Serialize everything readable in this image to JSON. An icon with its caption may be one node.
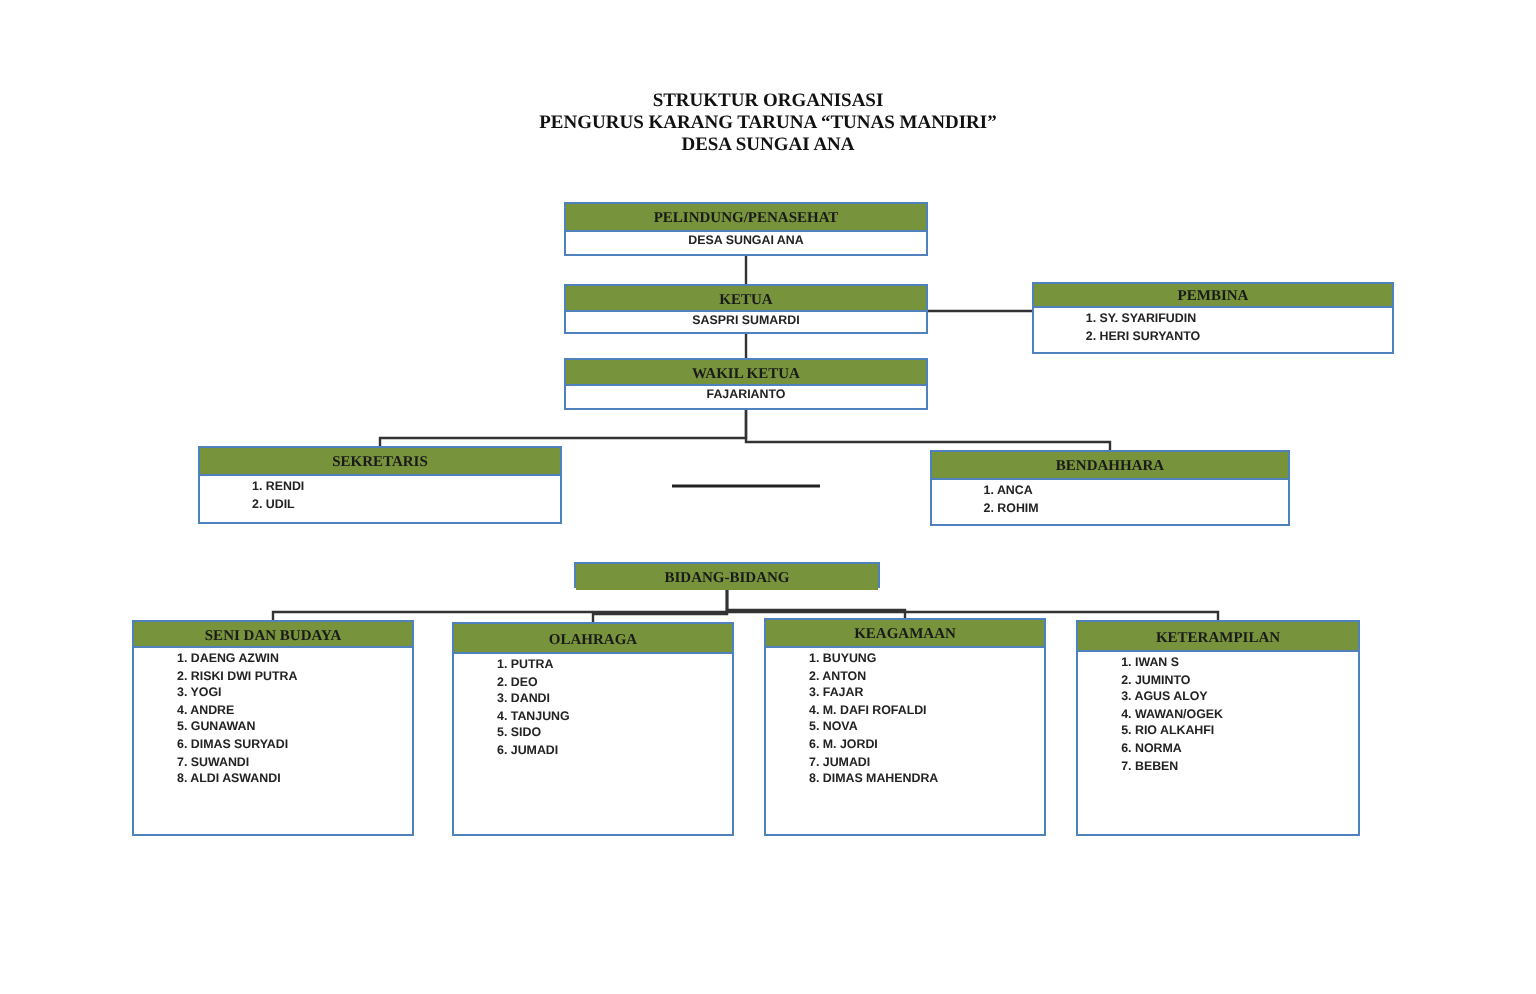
{
  "diagram": {
    "title": "STRUKTUR ORGANISASI",
    "labels": [
      "PENGURUS KARANG TARUNA “TUNAS MANDIRI”",
      "DESA SUNGAI ANA"
    ],
    "nodes": [
      {
        "text": [
          "PELINDUNG/PENASEHAT",
          "DESA SUNGAI ANA"
        ]
      },
      {
        "text": [
          "KETUA",
          "SASPRI SUMARDI"
        ]
      },
      {
        "text": [
          "PEMBINA",
          "1. SY. SYARIFUDIN",
          "2. HERI SURYANTO"
        ]
      },
      {
        "text": [
          "WAKIL KETUA",
          "FAJARIANTO"
        ]
      },
      {
        "text": [
          "SEKRETARIS",
          "1. RENDI",
          "2. UDIL"
        ]
      },
      {
        "text": [
          "BENDAHHARA",
          "1. ANCA",
          "2. ROHIM"
        ]
      },
      {
        "text": [
          "BIDANG-BIDANG"
        ]
      },
      {
        "text": [
          "SENI DAN BUDAYA",
          "1. DAENG AZWIN",
          "2. RISKI DWI PUTRA",
          "3. YOGI",
          "4. ANDRE",
          "5. GUNAWAN",
          "6. DIMAS SURYADI",
          "7. SUWANDI",
          "8. ALDI ASWANDI"
        ]
      },
      {
        "text": [
          "OLAHRAGA",
          "1. PUTRA",
          "2. DEO",
          "3. DANDI",
          "4. TANJUNG",
          "5. SIDO",
          "6. JUMADI"
        ]
      },
      {
        "text": [
          "KEAGAMAAN",
          "1. BUYUNG",
          "2. ANTON",
          "3. FAJAR",
          "4. M. DAFI ROFALDI",
          "5. NOVA",
          "6. M. JORDI",
          "7. JUMADI",
          "8. DIMAS MAHENDRA"
        ]
      },
      {
        "text": [
          "KETERAMPILAN",
          "1. IWAN S",
          "2. JUMINTO",
          "3. AGUS ALOY",
          "4. WAWAN/OGEK",
          "5. RIO ALKAHFI",
          "6. NORMA",
          "7. BEBEN"
        ]
      }
    ],
    "edges": [
      {
        "from": 0,
        "to": 1,
        "arrow": "none"
      },
      {
        "from": 1,
        "to": 2,
        "arrow": "none"
      },
      {
        "from": 1,
        "to": 3,
        "arrow": "none"
      },
      {
        "from": 3,
        "to": 4,
        "arrow": "none"
      },
      {
        "from": 3,
        "to": 5,
        "arrow": "none"
      },
      {
        "from": 6,
        "to": 7,
        "arrow": "none"
      },
      {
        "from": 6,
        "to": 8,
        "arrow": "none"
      },
      {
        "from": 6,
        "to": 9,
        "arrow": "none"
      },
      {
        "from": 6,
        "to": 10,
        "arrow": "none"
      }
    ]
  }
}
